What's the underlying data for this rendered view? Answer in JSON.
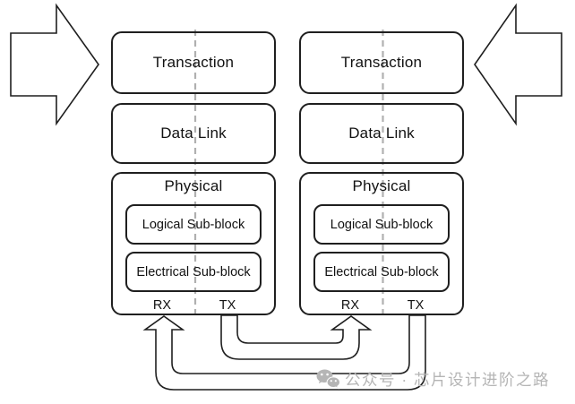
{
  "stacks": [
    {
      "transaction": "Transaction",
      "data_link": "Data Link",
      "physical": "Physical",
      "logical_sub_block": "Logical Sub-block",
      "electrical_sub_block": "Electrical Sub-block",
      "rx": "RX",
      "tx": "TX"
    },
    {
      "transaction": "Transaction",
      "data_link": "Data Link",
      "physical": "Physical",
      "logical_sub_block": "Logical Sub-block",
      "electrical_sub_block": "Electrical Sub-block",
      "rx": "RX",
      "tx": "TX"
    }
  ],
  "watermark": {
    "icon": "wechat-icon",
    "text": "公众号 · 芯片设计进阶之路"
  },
  "colors": {
    "line": "#1f1f1f",
    "dash": "#b0b0b0",
    "watermark": "#b5b5b5",
    "background": "#ffffff"
  }
}
